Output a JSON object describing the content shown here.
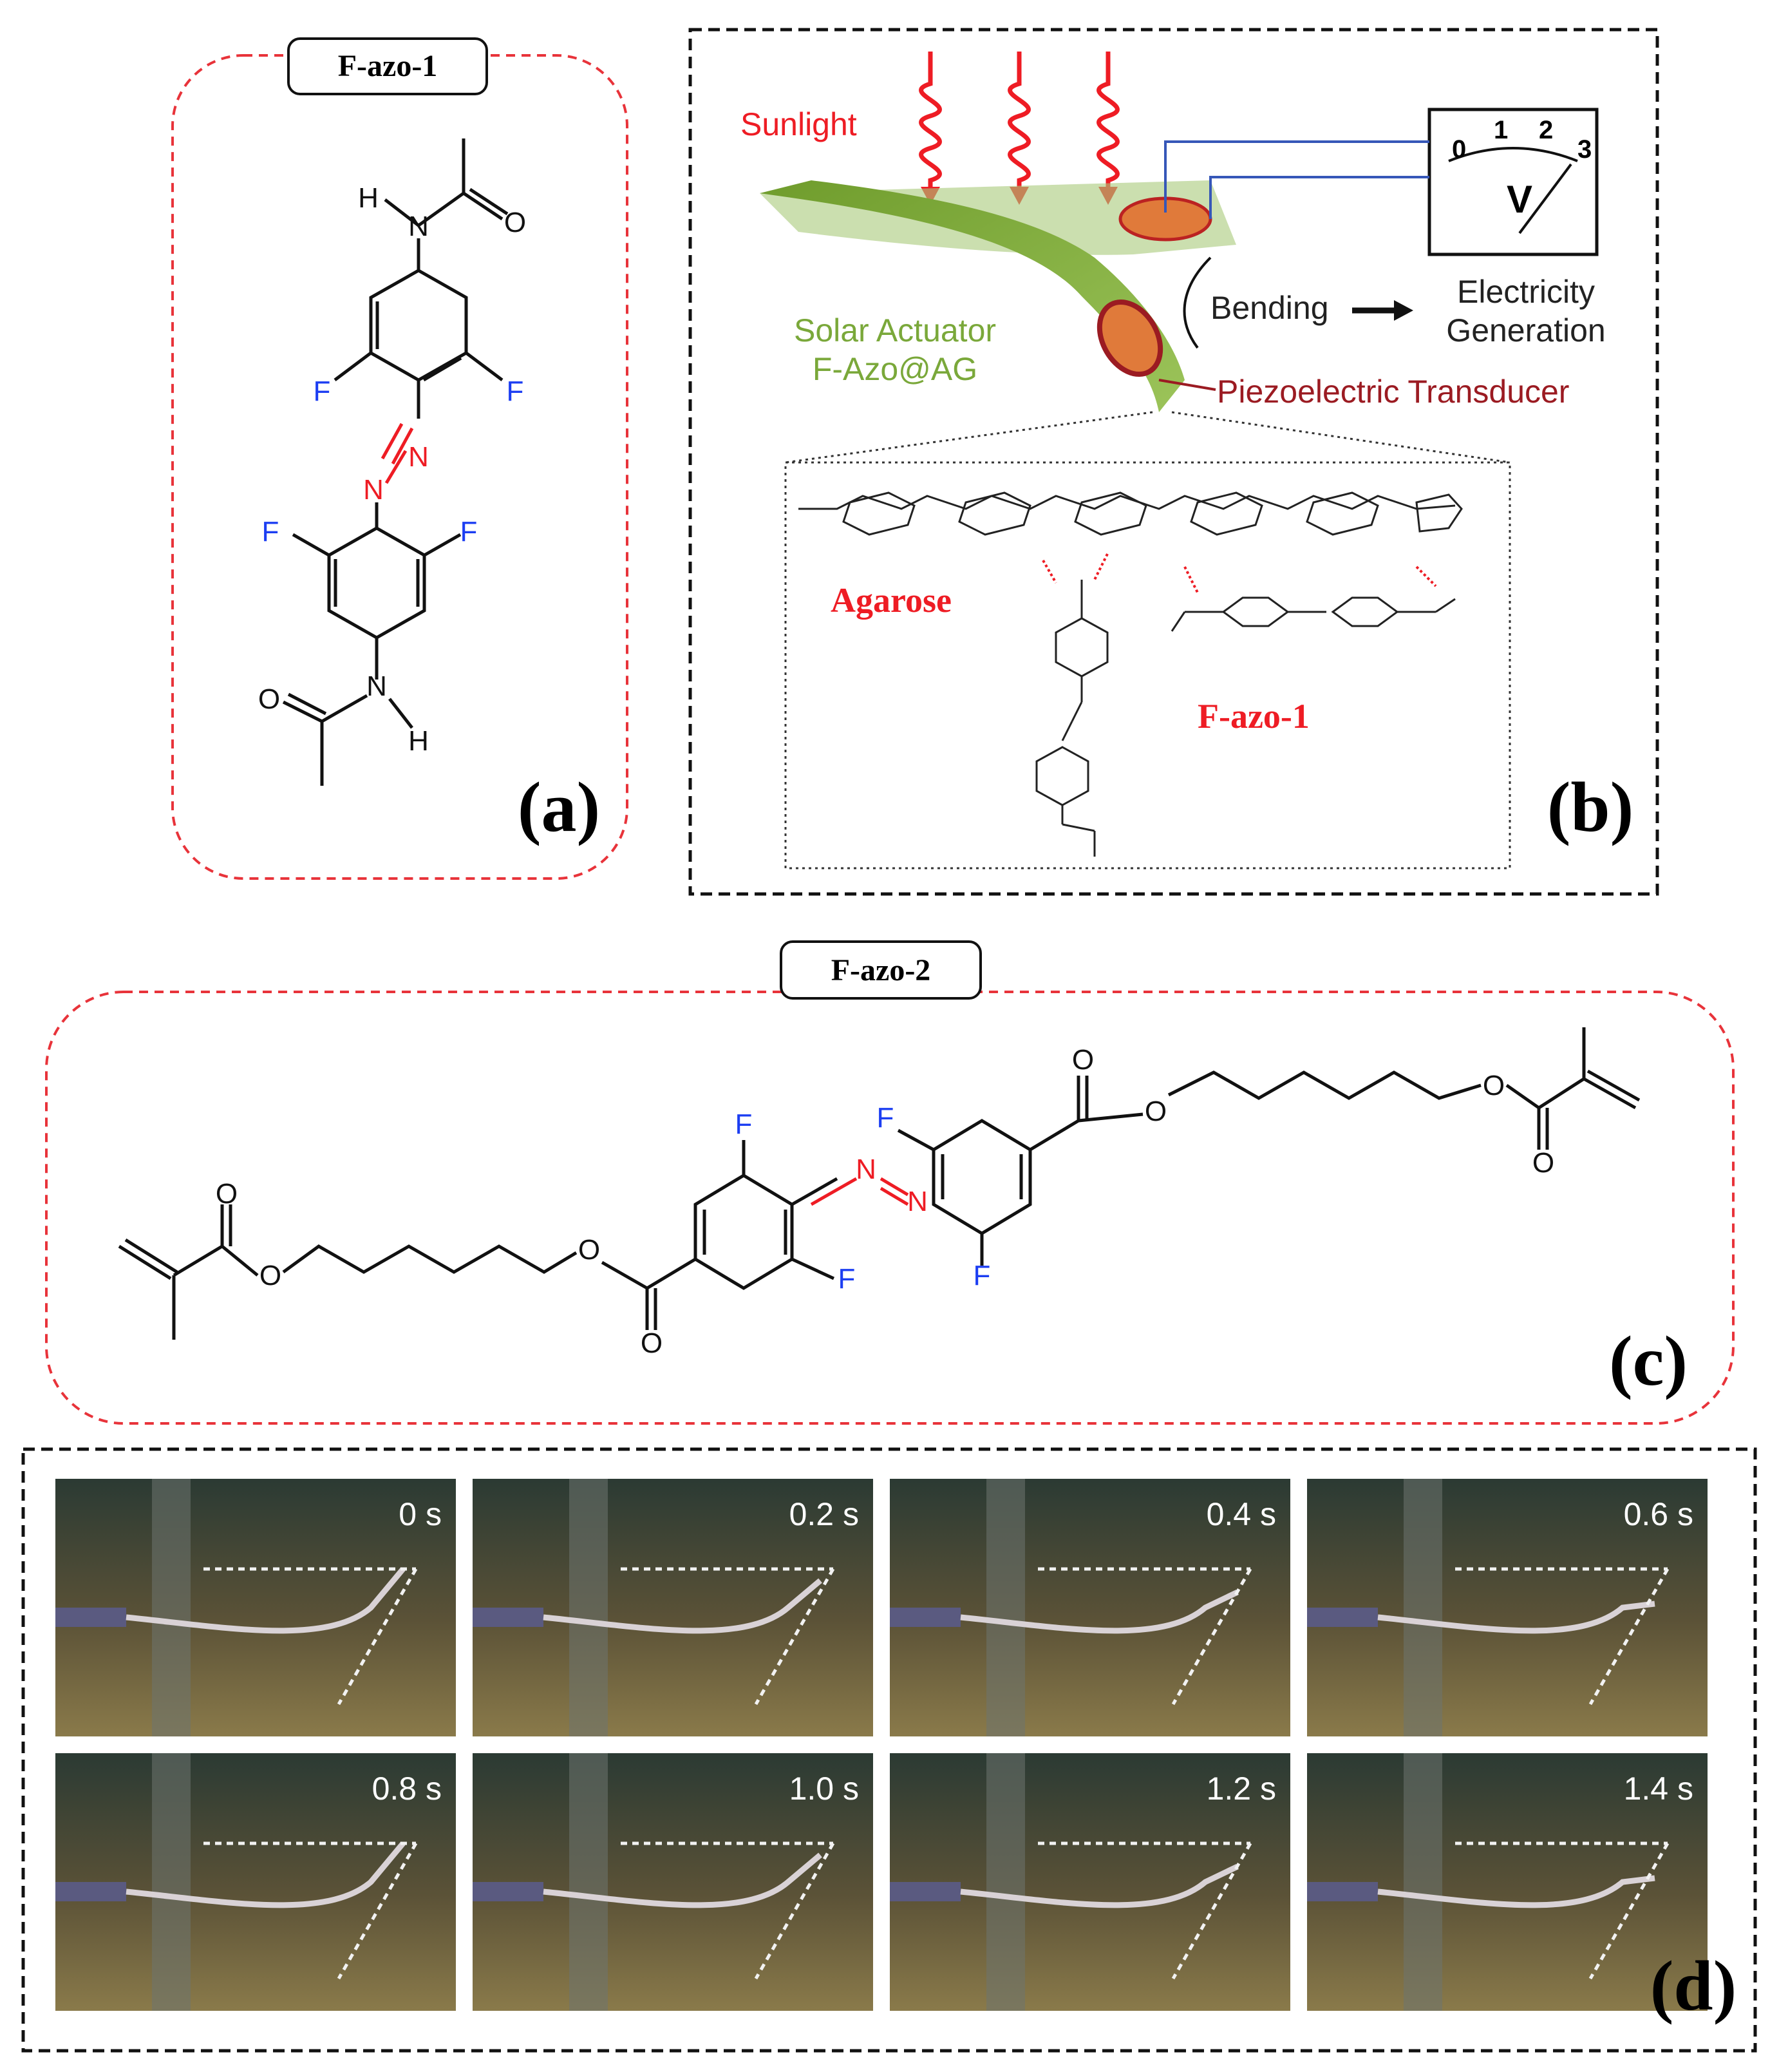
{
  "colors": {
    "frame_red": "#e8333a",
    "azo_red": "#ee1c24",
    "fluorine_blue": "#1c3ef2",
    "dark_red": "#9b1b22",
    "actuator_green": "#7aa83a",
    "photo_bg": "#4a4630"
  },
  "panel_a": {
    "title": "F-azo-1",
    "label": "(a)",
    "atoms": {
      "H_top": "H",
      "N_top": "N",
      "O_top": "O",
      "F1": "F",
      "F2": "F",
      "N_azo1": "N",
      "N_azo2": "N",
      "F3": "F",
      "F4": "F",
      "N_bottom": "N",
      "O_bottom": "O",
      "H_bottom": "H"
    }
  },
  "panel_b": {
    "label": "(b)",
    "sunlight": "Sunlight",
    "solar_actuator_line1": "Solar Actuator",
    "solar_actuator_line2": "F-Azo@AG",
    "bending": "Bending",
    "electricity_line1": "Electricity",
    "electricity_line2": "Generation",
    "piezo": "Piezoelectric Transducer",
    "agarose": "Agarose",
    "fazo1": "F-azo-1",
    "meter_ticks": [
      "0",
      "1",
      "2",
      "3"
    ],
    "meter_unit": "V"
  },
  "panel_c": {
    "title": "F-azo-2",
    "label": "(c)",
    "atoms": {
      "O1": "O",
      "O2": "O",
      "O3": "O",
      "F1": "F",
      "F2": "F",
      "N1": "N",
      "N2": "N",
      "F3": "F",
      "F4": "F",
      "O4": "O",
      "O5": "O",
      "O6": "O"
    }
  },
  "panel_d": {
    "label": "(d)",
    "frames": [
      "0 s",
      "0.2 s",
      "0.4 s",
      "0.6 s",
      "0.8 s",
      "1.0 s",
      "1.2 s",
      "1.4 s"
    ]
  }
}
